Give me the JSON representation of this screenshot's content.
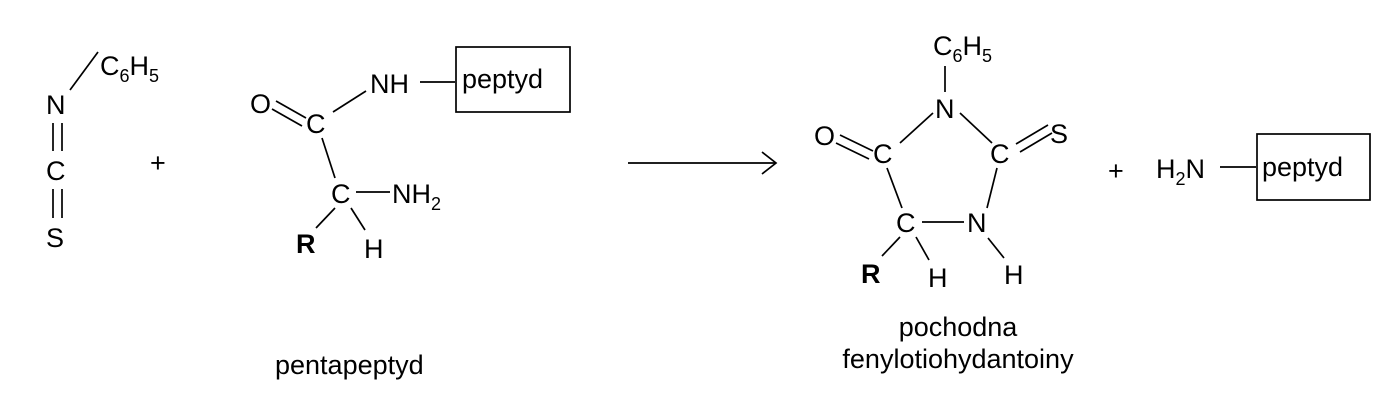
{
  "reagent": {
    "n": "N",
    "c": "C",
    "s": "S",
    "phenyl_c": "C",
    "phenyl_c_count": "6",
    "phenyl_h": "H",
    "phenyl_h_count": "5"
  },
  "plus_1": "+",
  "pentapeptide": {
    "o": "O",
    "c_carbonyl": "C",
    "nh": "NH",
    "peptide_box": "peptyd",
    "c_alpha": "C",
    "nh2_n": "NH",
    "nh2_count": "2",
    "r": "R",
    "h": "H",
    "caption": "pentapeptyd"
  },
  "product": {
    "phenyl_c": "C",
    "phenyl_c_count": "6",
    "phenyl_h": "H",
    "phenyl_h_count": "5",
    "n_top": "N",
    "o": "O",
    "c_left": "C",
    "c_right": "C",
    "s": "S",
    "c_bottom": "C",
    "n_bottom": "N",
    "r": "R",
    "h_c": "H",
    "h_n": "H",
    "caption_line1": "pochodna",
    "caption_line2": "fenylotiohydantoiny"
  },
  "plus_2": "+",
  "released": {
    "h": "H",
    "h_count": "2",
    "n": "N",
    "peptide_box": "peptyd"
  }
}
